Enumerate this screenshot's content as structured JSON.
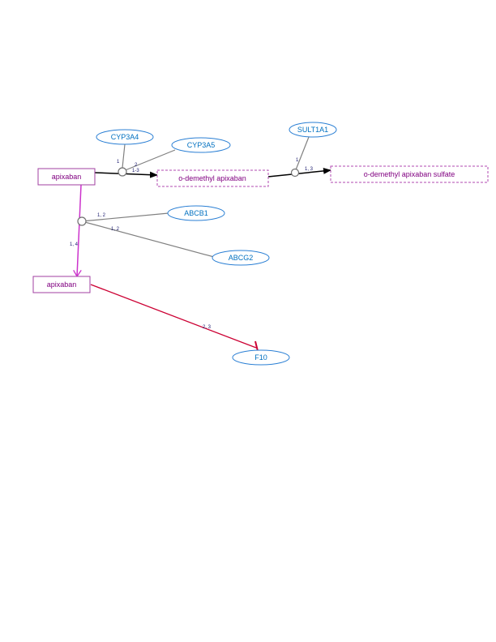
{
  "colors": {
    "drug": "#800080",
    "drug_border": "#a23fa2",
    "metabolite_border": "#b04ab0",
    "gene_text": "#0070c0",
    "gene_border": "#2a7fd4",
    "reaction": "#000000",
    "catalysis": "#808080",
    "transport": "#cc33cc",
    "inhibition": "#cc0033"
  },
  "nodes": {
    "apixaban_1": "apixaban",
    "apixaban_2": "apixaban",
    "o_demethyl": "o-demethyl apixaban",
    "o_demethyl_sulfate": "o-demethyl apixaban sulfate",
    "cyp3a4": "CYP3A4",
    "cyp3a5": "CYP3A5",
    "sult1a1": "SULT1A1",
    "abcb1": "ABCB1",
    "abcg2": "ABCG2",
    "f10": "F10"
  },
  "edge_labels": {
    "cyp3a4": "1",
    "cyp3a5": "2",
    "metab1": "1-3",
    "sult1a1": "1",
    "metab2": "1, 3",
    "abcb1": "1, 2",
    "abcg2": "1, 2",
    "transport": "1, 4",
    "inhibit": "2, 3"
  }
}
